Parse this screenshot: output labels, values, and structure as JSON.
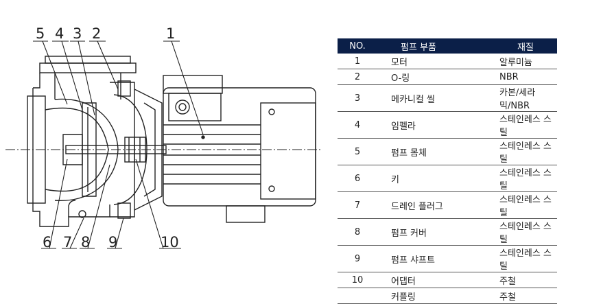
{
  "callouts": {
    "c1": "1",
    "c2": "2",
    "c3": "3",
    "c4": "4",
    "c5": "5",
    "c6": "6",
    "c7": "7",
    "c8": "8",
    "c9": "9",
    "c10": "10"
  },
  "table": {
    "headers": {
      "no": "NO.",
      "part": "펌프 부품",
      "material": "재질"
    },
    "rows": [
      {
        "no": "1",
        "part": "모터",
        "material": "알루미늄"
      },
      {
        "no": "2",
        "part": "O-링",
        "material": "NBR"
      },
      {
        "no": "3",
        "part": "메카니컬 씰",
        "material": "카본/세라믹/NBR"
      },
      {
        "no": "4",
        "part": "임펠라",
        "material": "스테인레스 스틸"
      },
      {
        "no": "5",
        "part": "펌프  몸체",
        "material": "스테인레스 스틸"
      },
      {
        "no": "6",
        "part": "키",
        "material": "스테인레스 스틸"
      },
      {
        "no": "7",
        "part": "드레인 플러그",
        "material": "스테인레스 스틸"
      },
      {
        "no": "8",
        "part": "펌프 커버",
        "material": "스테인레스 스틸"
      },
      {
        "no": "9",
        "part": "펌프 샤프트",
        "material": "스테인레스 스틸"
      },
      {
        "no": "10",
        "part": "어댑터",
        "material": "주철"
      },
      {
        "no": "",
        "part": "커플링",
        "material": "주철"
      }
    ]
  },
  "colors": {
    "header_bg": "#0b1f48",
    "line": "#222222"
  }
}
